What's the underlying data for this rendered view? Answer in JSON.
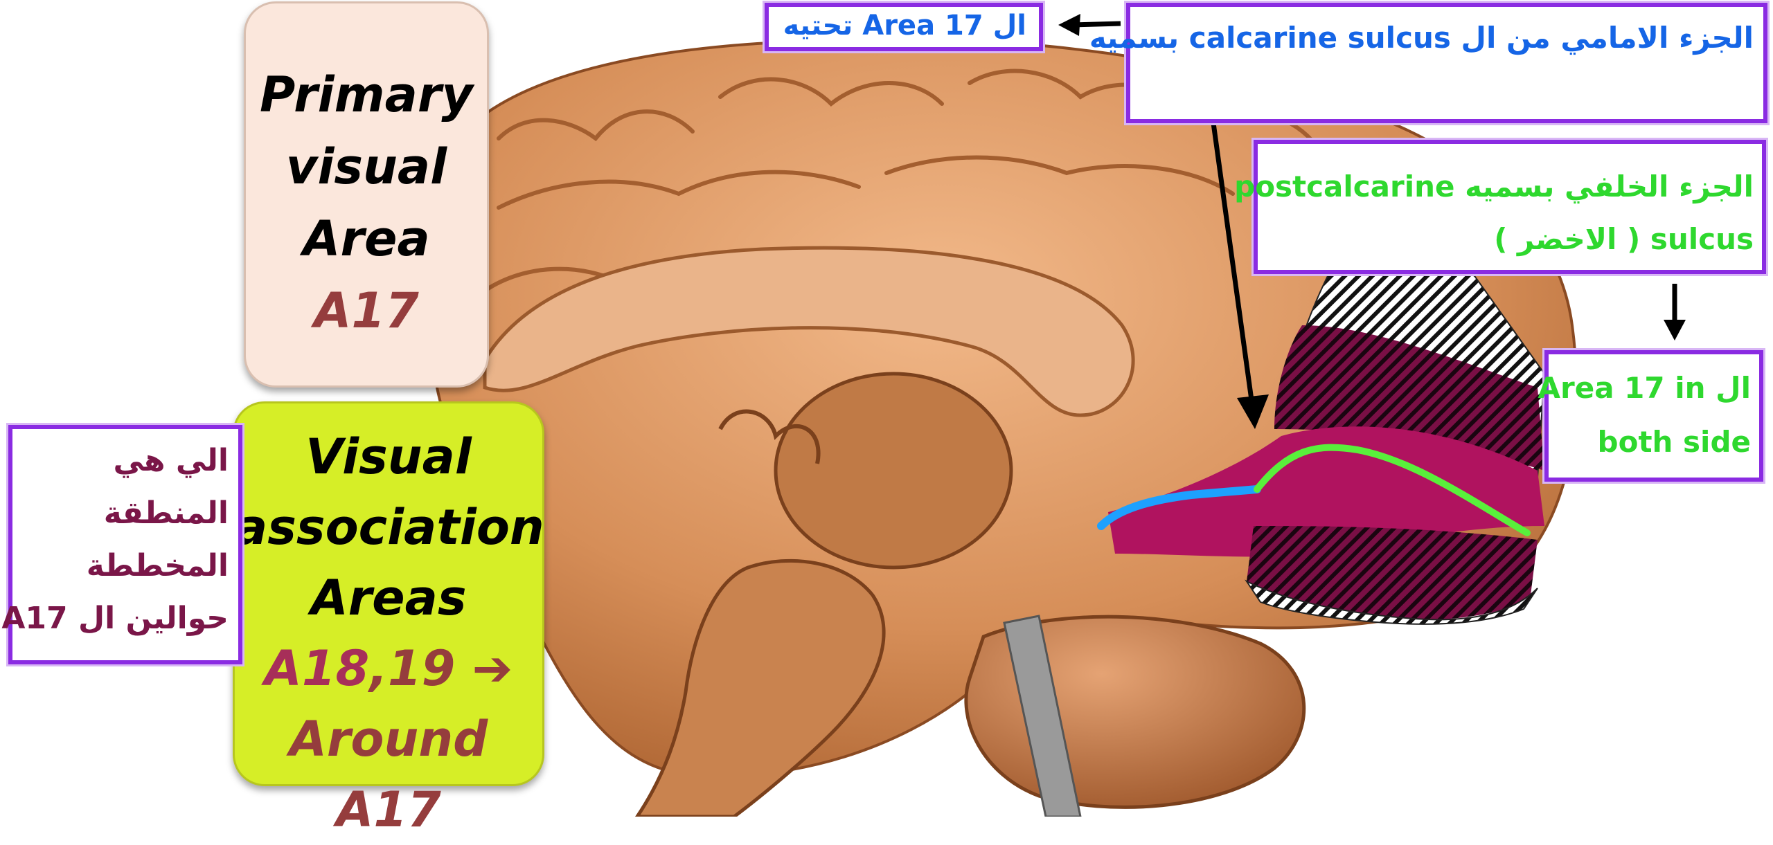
{
  "primary": {
    "line1": "Primary",
    "line2": "visual",
    "line3": "Area",
    "line4": "A17"
  },
  "association": {
    "line1": "Visual",
    "line2": "association",
    "line3": "Areas",
    "line4a": "A18",
    "line4b": ",19",
    "arrow": "➔",
    "line5": "Around A17"
  },
  "notes": {
    "left": [
      "الي هي",
      "المنطقة",
      "المخططة",
      "حوالين ال A17"
    ],
    "area17_top": "ال Area 17 تحتيه",
    "calcarine": "الجزء الامامي من ال calcarine sulcus بسميه",
    "postcalcarine": [
      "الجزء الخلفي بسميه postcalcarine",
      "sulcus ( الاخضر )"
    ],
    "both_side": [
      "ال Area 17 in",
      "both side"
    ]
  },
  "colors": {
    "brain": "#d8935f",
    "calcarine_line": "#1da1ff",
    "postcalcarine_line": "#59f03b",
    "area17_fill": "#b0135f",
    "hatch_dark": "#6a0d3d",
    "frame": "#8a2be2"
  }
}
